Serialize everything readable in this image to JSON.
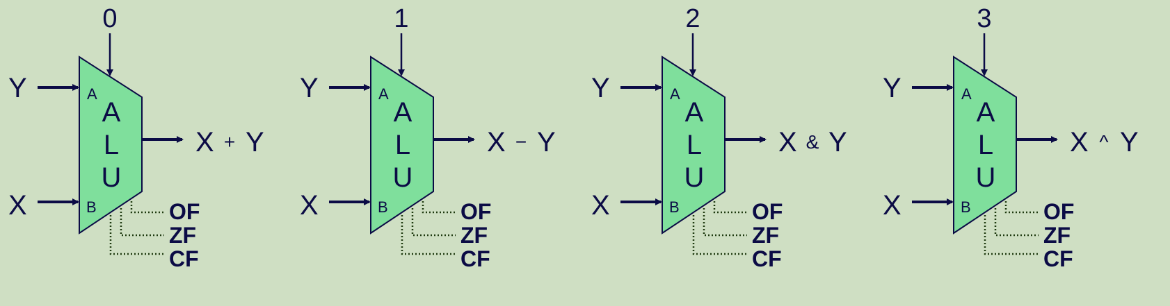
{
  "colors": {
    "background": "#cfdfc3",
    "alu_fill": "#7fdf9c",
    "ink": "#0b0b45",
    "flag_wire": "#1f3a10"
  },
  "alu_letters": [
    "A",
    "L",
    "U"
  ],
  "ports": {
    "a": "A",
    "b": "B"
  },
  "inputs": {
    "top": "Y",
    "bottom": "X"
  },
  "flags": [
    "OF",
    "ZF",
    "CF"
  ],
  "units": [
    {
      "op_code": "0",
      "result_lhs": "X",
      "op_symbol": "+",
      "result_rhs": "Y"
    },
    {
      "op_code": "1",
      "result_lhs": "X",
      "op_symbol": "−",
      "result_rhs": "Y"
    },
    {
      "op_code": "2",
      "result_lhs": "X",
      "op_symbol": "&",
      "result_rhs": "Y"
    },
    {
      "op_code": "3",
      "result_lhs": "X",
      "op_symbol": "^",
      "result_rhs": "Y"
    }
  ]
}
